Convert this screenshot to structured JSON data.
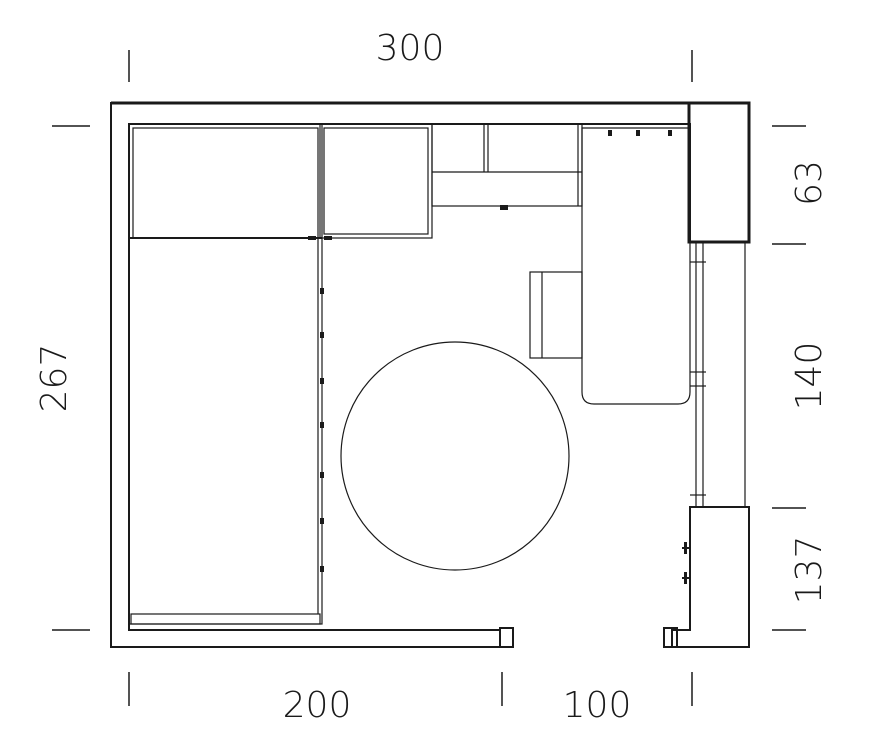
{
  "dimensions": {
    "top_total": "300",
    "bottom_left": "200",
    "bottom_right": "100",
    "left_total": "267",
    "right_top": "63",
    "right_mid": "140",
    "right_bottom": "137"
  }
}
